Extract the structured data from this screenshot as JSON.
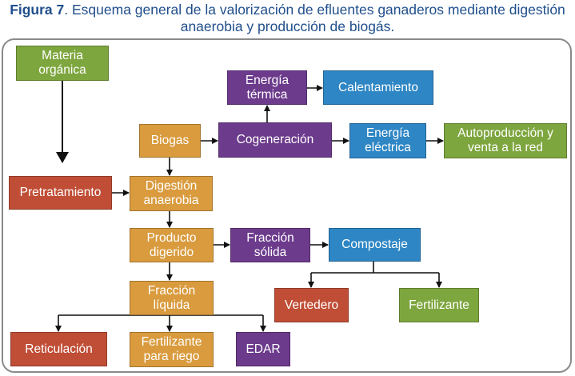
{
  "caption": {
    "label": "Figura 7",
    "text": ". Esquema general de la valorización de efluentes ganaderos mediante digestión anaerobia y producción de biogás."
  },
  "nodes": {
    "materia": "Materia orgánica",
    "biogas": "Biogas",
    "cogeneracion": "Cogeneración",
    "energia_termica": "Energía térmica",
    "calentamiento": "Calentamiento",
    "energia_electrica": "Energía eléctrica",
    "autoproduccion": "Autoproducción y venta a la red",
    "pretratamiento": "Pretratamiento",
    "digestion": "Digestión anaerobia",
    "producto": "Producto digerido",
    "fraccion_solida": "Fracción sólida",
    "compostaje": "Compostaje",
    "vertedero": "Vertedero",
    "fertilizante": "Fertilizante",
    "fraccion_liquida": "Fracción líquida",
    "reticulacion": "Reticulación",
    "fertilizante_riego": "Fertilizante para riego",
    "edar": "EDAR"
  },
  "colors": {
    "green": "#7ea63f",
    "orange": "#d99b3e",
    "red": "#c04e36",
    "purple": "#6c3b8c",
    "blue": "#2e86c4",
    "caption": "#1f4e8c"
  }
}
